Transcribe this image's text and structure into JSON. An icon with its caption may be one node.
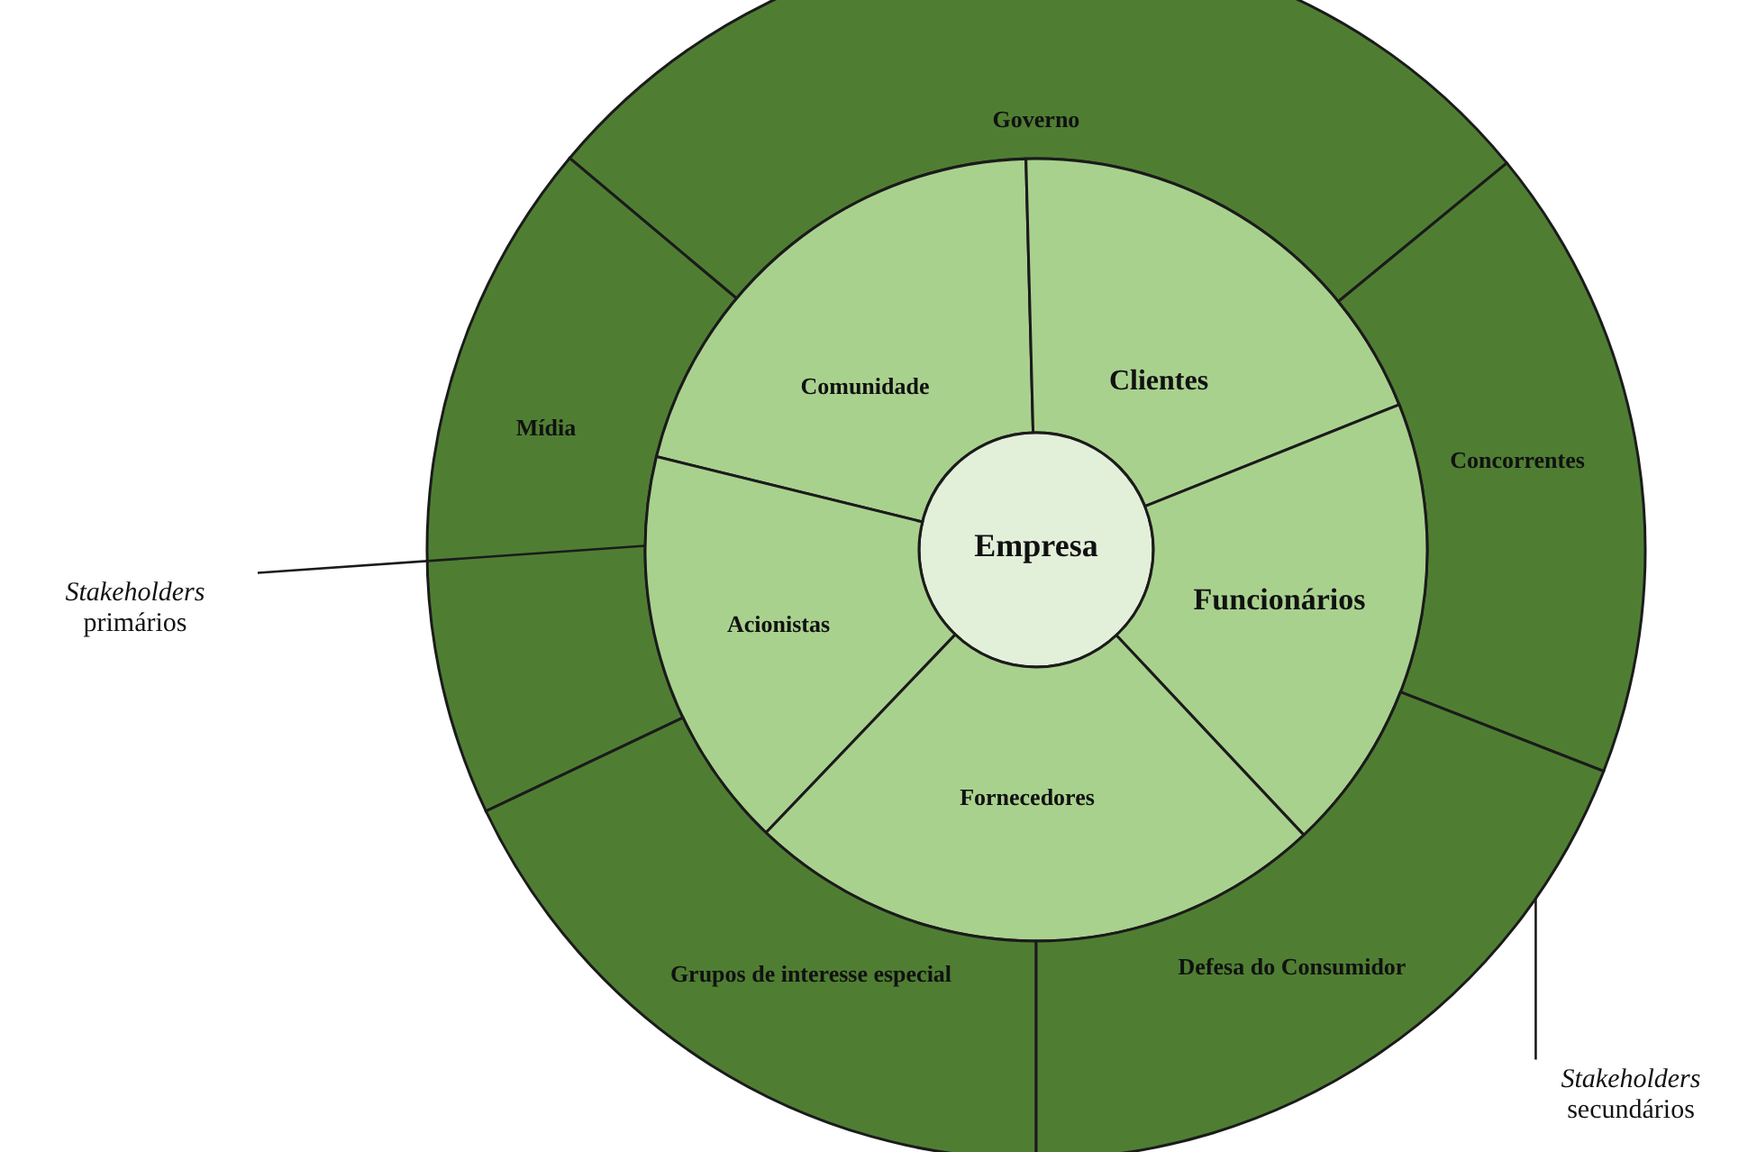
{
  "diagram": {
    "nodes": [
      {
        "text": [
          "Governo"
        ]
      },
      {
        "text": [
          "Mídia"
        ]
      },
      {
        "text": [
          "Comunidade"
        ]
      },
      {
        "text": [
          "Clientes"
        ]
      },
      {
        "text": [
          "Concorrentes"
        ]
      },
      {
        "text": [
          "*Stakeholders* primários"
        ]
      },
      {
        "text": [
          "Empresa"
        ]
      },
      {
        "text": [
          "Acionistas"
        ]
      },
      {
        "text": [
          "Funcionários"
        ]
      },
      {
        "text": [
          "Fornecedores"
        ]
      },
      {
        "text": [
          "Grupos de interesse especial"
        ]
      },
      {
        "text": [
          "Defesa do Consumidor"
        ]
      },
      {
        "text": [
          "*Stakeholders* secundários"
        ]
      }
    ],
    "edges": [
      {
        "from": 5,
        "to": 7,
        "arrow": "none"
      },
      {
        "from": 12,
        "to": 11,
        "arrow": "none"
      }
    ]
  }
}
